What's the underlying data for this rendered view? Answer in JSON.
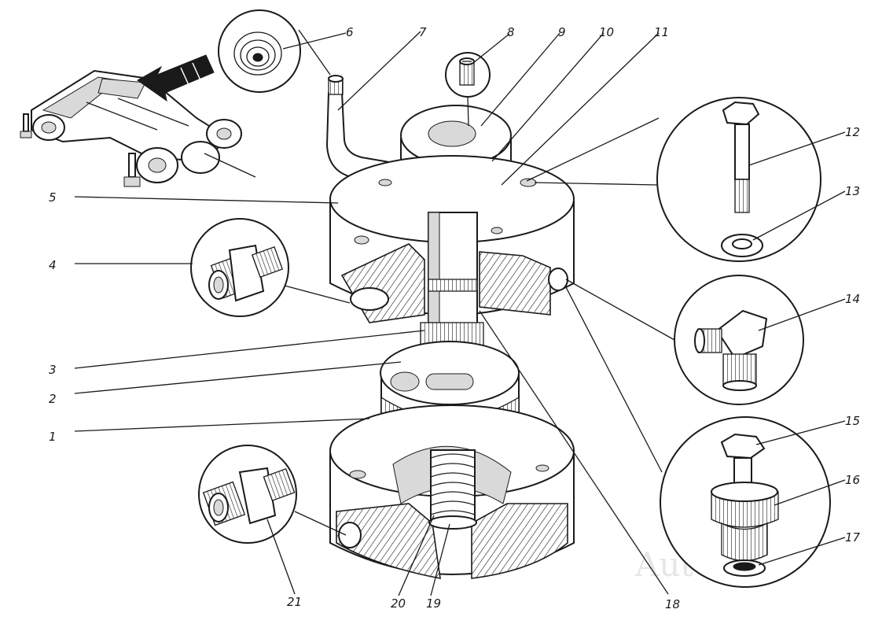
{
  "callouts": [
    {
      "id": "1",
      "label": "1"
    },
    {
      "id": "2",
      "label": "2"
    },
    {
      "id": "3",
      "label": "3"
    },
    {
      "id": "4",
      "label": "4"
    },
    {
      "id": "5",
      "label": "5"
    },
    {
      "id": "6",
      "label": "6"
    },
    {
      "id": "7",
      "label": "7"
    },
    {
      "id": "8",
      "label": "8"
    },
    {
      "id": "9",
      "label": "9"
    },
    {
      "id": "10",
      "label": "10"
    },
    {
      "id": "11",
      "label": "11"
    },
    {
      "id": "12",
      "label": "12"
    },
    {
      "id": "13",
      "label": "13"
    },
    {
      "id": "14",
      "label": "14"
    },
    {
      "id": "15",
      "label": "15"
    },
    {
      "id": "16",
      "label": "16"
    },
    {
      "id": "17",
      "label": "17"
    },
    {
      "id": "18",
      "label": "18"
    },
    {
      "id": "19",
      "label": "19"
    },
    {
      "id": "20",
      "label": "20"
    },
    {
      "id": "21",
      "label": "21"
    }
  ],
  "watermark": "Autosoft"
}
